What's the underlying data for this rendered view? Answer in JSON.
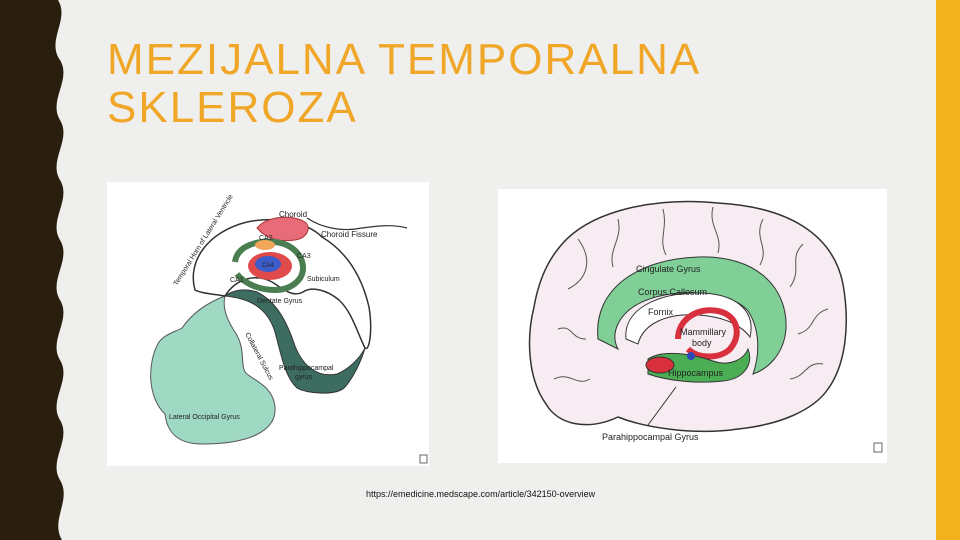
{
  "slide": {
    "title_line1": "MEZIJALNA TEMPORALNA",
    "title_line2": "SKLEROZA",
    "source_caption": "https://emedicine.medscape.com/article/342150-overview",
    "colors": {
      "title": "#f0a627",
      "accent_bar": "#f2b21c",
      "left_band": "#2a1e0f",
      "background": "#efefed"
    }
  },
  "hippocampus_figure": {
    "labels": {
      "temporal_horn": "Temporal Horn of Lateral Ventricle",
      "choroid": "Choroid",
      "choroid_fissure": "Choroid Fissure",
      "ca2": "CA2",
      "ca3": "CA3",
      "ca4": "CA4",
      "ca1": "CA1",
      "subiculum": "Subiculum",
      "dentate_gyrus": "Dentate Gyrus",
      "collateral_sulcus": "Collateral Sulcus",
      "parahippocampal_gyrus_1": "Parahippocampal",
      "parahippocampal_gyrus_2": "gyrus",
      "lateral_occipital_gyrus": "Lateral Occipital Gyrus"
    }
  },
  "brain_figure": {
    "labels": {
      "cingulate_gyrus": "Cingulate Gyrus",
      "corpus_callosum": "Corpus Callosum",
      "fornix": "Fornix",
      "mammillary_1": "Mammillary",
      "mammillary_2": "body",
      "hippocampus": "Hippocampus",
      "parahippocampal_gyrus": "Parahippocampal Gyrus"
    }
  }
}
